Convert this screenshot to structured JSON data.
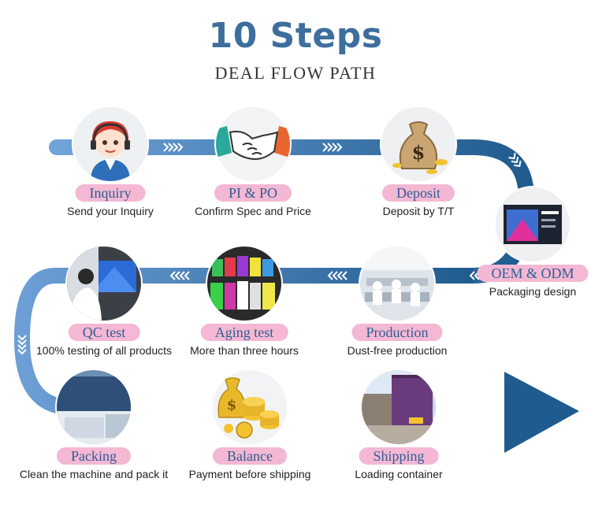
{
  "header": {
    "title": "10 Steps",
    "subtitle": "DEAL FLOW PATH"
  },
  "colors": {
    "title": "#3d6e9e",
    "path_dark": "#1f5b8e",
    "path_light": "#6d9fd6",
    "tag_bg": "#f4b8d4",
    "tag_text": "#2f5f92"
  },
  "steps": [
    {
      "label": "Inquiry",
      "description": "Send your Inquiry",
      "icon": "customer-service-icon"
    },
    {
      "label": "PI & PO",
      "description": "Confirm Spec and Price",
      "icon": "handshake-icon"
    },
    {
      "label": "Deposit",
      "description": "Deposit by T/T",
      "icon": "money-bag-icon"
    },
    {
      "label": "OEM & ODM",
      "description": "Packaging design",
      "icon": "package-box-icon"
    },
    {
      "label": "Production",
      "description": "Dust-free production",
      "icon": "factory-icon"
    },
    {
      "label": "Aging test",
      "description": "More than three hours",
      "icon": "screens-test-icon"
    },
    {
      "label": "QC test",
      "description": "100% testing of all products",
      "icon": "quality-check-icon"
    },
    {
      "label": "Packing",
      "description": "Clean the machine and pack it",
      "icon": "packing-box-icon"
    },
    {
      "label": "Balance",
      "description": "Payment before shipping",
      "icon": "gold-coins-icon"
    },
    {
      "label": "Shipping",
      "description": "Loading container",
      "icon": "container-truck-icon"
    }
  ]
}
